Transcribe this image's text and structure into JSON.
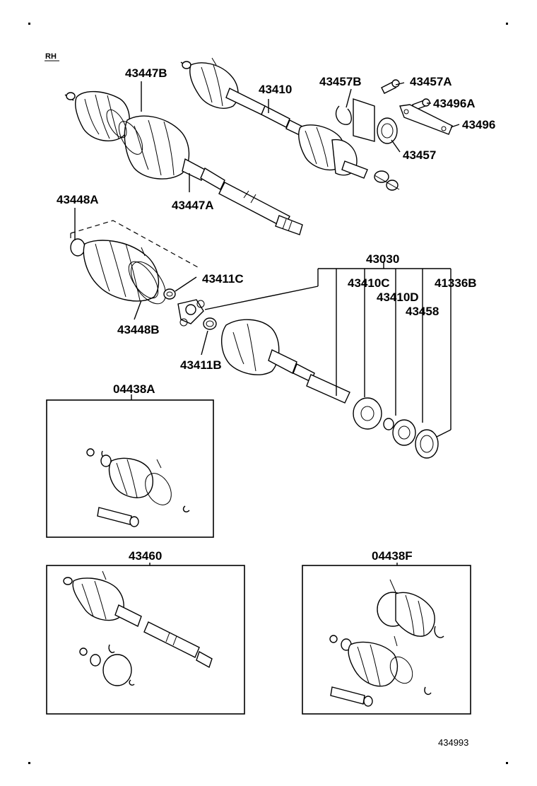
{
  "side_mark": "RH",
  "diagram_code": "434993",
  "labels": {
    "l43447B": "43447B",
    "l43410": "43410",
    "l43457B": "43457B",
    "l43457A": "43457A",
    "l43496A": "43496A",
    "l43496": "43496",
    "l43457": "43457",
    "l43447A": "43447A",
    "l43448A": "43448A",
    "l43411C": "43411C",
    "l43030": "43030",
    "l43410C": "43410C",
    "l43410D": "43410D",
    "l41336B": "41336B",
    "l43458": "43458",
    "l43448B": "43448B",
    "l43411B": "43411B",
    "l04438A": "04438A",
    "l43460": "43460",
    "l04438F": "04438F"
  }
}
